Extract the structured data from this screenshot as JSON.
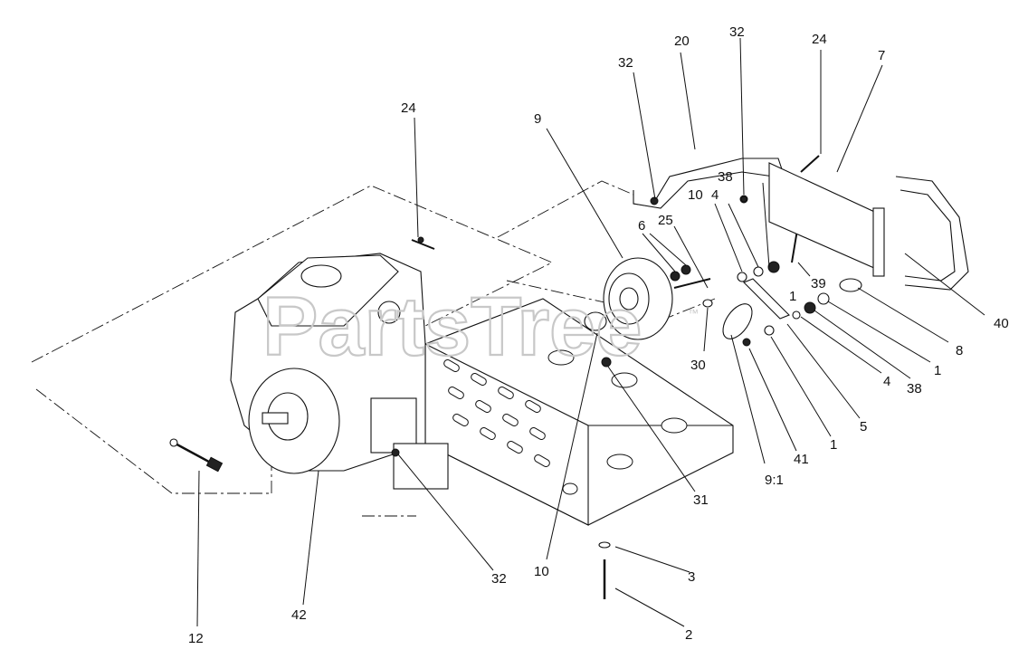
{
  "watermark": {
    "text": "PartsTree",
    "trademark": "™"
  },
  "callouts": [
    {
      "id": "c-24a",
      "label": "24"
    },
    {
      "id": "c-9",
      "label": "9"
    },
    {
      "id": "c-32a",
      "label": "32"
    },
    {
      "id": "c-20",
      "label": "20"
    },
    {
      "id": "c-32b",
      "label": "32"
    },
    {
      "id": "c-24b",
      "label": "24"
    },
    {
      "id": "c-7",
      "label": "7"
    },
    {
      "id": "c-38a",
      "label": "38"
    },
    {
      "id": "c-10a",
      "label": "10"
    },
    {
      "id": "c-4a",
      "label": "4"
    },
    {
      "id": "c-6",
      "label": "6"
    },
    {
      "id": "c-25",
      "label": "25"
    },
    {
      "id": "c-39",
      "label": "39"
    },
    {
      "id": "c-1a",
      "label": "1"
    },
    {
      "id": "c-40",
      "label": "40"
    },
    {
      "id": "c-8",
      "label": "8"
    },
    {
      "id": "c-1b",
      "label": "1"
    },
    {
      "id": "c-38b",
      "label": "38"
    },
    {
      "id": "c-30",
      "label": "30"
    },
    {
      "id": "c-4b",
      "label": "4"
    },
    {
      "id": "c-5",
      "label": "5"
    },
    {
      "id": "c-1c",
      "label": "1"
    },
    {
      "id": "c-41",
      "label": "41"
    },
    {
      "id": "c-9-1",
      "label": "9:1"
    },
    {
      "id": "c-31",
      "label": "31"
    },
    {
      "id": "c-32c",
      "label": "32"
    },
    {
      "id": "c-10b",
      "label": "10"
    },
    {
      "id": "c-3",
      "label": "3"
    },
    {
      "id": "c-2",
      "label": "2"
    },
    {
      "id": "c-12",
      "label": "12"
    },
    {
      "id": "c-42",
      "label": "42"
    }
  ]
}
